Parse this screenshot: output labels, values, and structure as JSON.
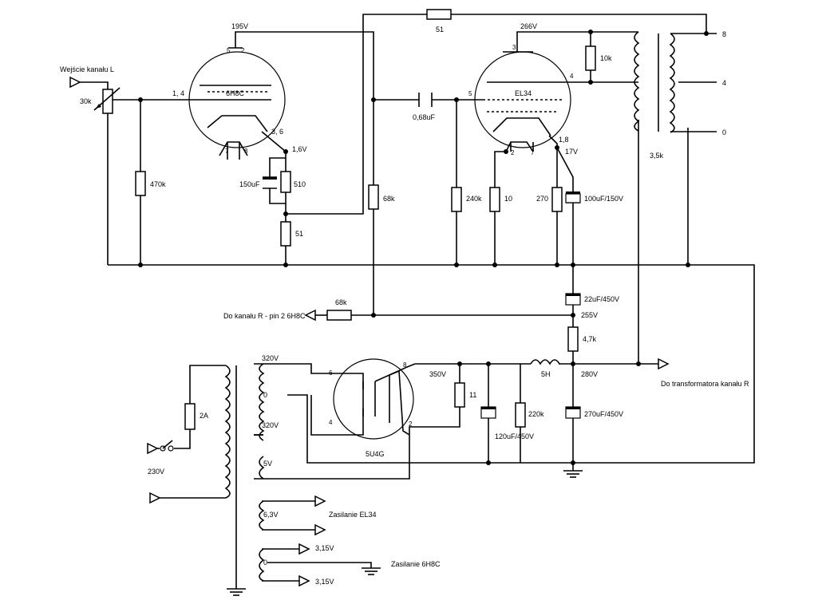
{
  "labels": {
    "input_label": "Wejście kanału L",
    "pot_30k": "30k",
    "v_195": "195V",
    "pin_5": "5",
    "pin_2": "2",
    "pin_1_4": "1, 4",
    "tube_6h8c": "6H8C",
    "pin_3_6": "3, 6",
    "pin_7": "7",
    "pin_8": "8",
    "v_1_6": "1,6V",
    "c_150uf": "150uF",
    "r_510": "510",
    "r_51_cathode": "51",
    "r_470k": "470k",
    "r_51_top": "51",
    "r_68k_vert": "68k",
    "c_068uf": "0,68uF",
    "v_266": "266V",
    "pin_3_el": "3",
    "pin_4_el": "4",
    "pin_5_el": "5",
    "tube_el34": "EL34",
    "pin_2_el": "2",
    "pin_7_el": "7",
    "pin_1_8": "1,8",
    "v_17": "17V",
    "r_10k": "10k",
    "r_240k": "240k",
    "r_10": "10",
    "r_270": "270",
    "c_100uf": "100uF/150V",
    "out_8": "8",
    "out_4": "4",
    "out_0": "0",
    "xfmr_3_5k": "3,5k",
    "c_22uf": "22uF/450V",
    "r_68k_horiz": "68k",
    "to_right_ch": "Do kanału R - pin 2 6H8C",
    "v_255": "255V",
    "r_4_7k": "4,7k",
    "v_320_top": "320V",
    "v_0_mid": "0",
    "v_320_bot": "320V",
    "pin_6_5u4": "6",
    "pin_4_5u4": "4",
    "pin_8_5u4": "8",
    "pin_2_5u4": "2",
    "v_350": "350V",
    "r_11": "11",
    "choke_5h": "5H",
    "v_280": "280V",
    "to_right_xfmr": "Do transformatora kanału R",
    "fuse_2a": "2A",
    "c_120uf": "120uF/450V",
    "r_220k": "220k",
    "c_270uf": "270uF/450V",
    "tube_5u4g": "5U4G",
    "v_5": "5V",
    "v_230": "230V",
    "v_6_3": "6,3V",
    "supply_el34": "Zasilanie EL34",
    "v_3_15_top": "3,15V",
    "v_0_heater": "0",
    "supply_6h8c": "Zasilanie 6H8C",
    "v_3_15_bot": "3,15V"
  }
}
